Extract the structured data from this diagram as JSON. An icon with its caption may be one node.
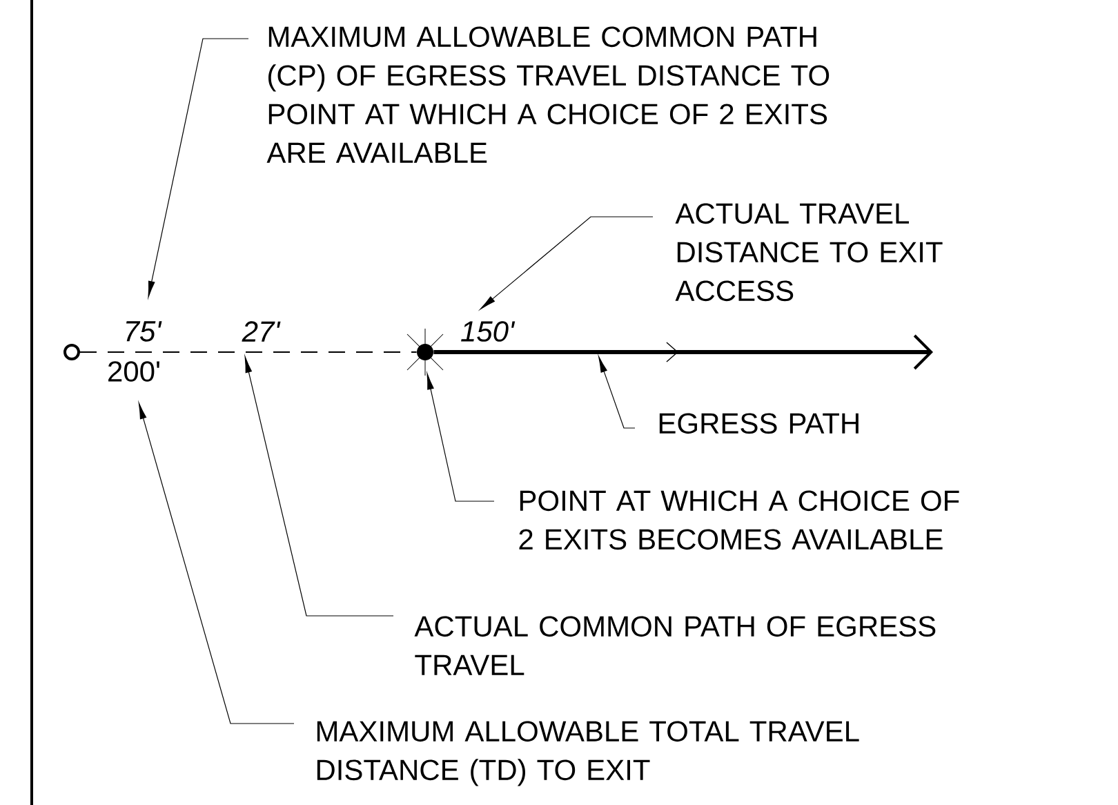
{
  "diagram": {
    "nodes": [
      {
        "text": [
          "MAXIMUM ALLOWABLE COMMON PATH (CP) OF EGRESS TRAVEL DISTANCE TO POINT AT WHICH A CHOICE OF 2 EXITS ARE AVAILABLE"
        ]
      },
      {
        "text": [
          "75'"
        ]
      },
      {
        "text": [
          "ACTUAL TRAVEL DISTANCE TO EXIT ACCESS"
        ]
      },
      {
        "text": [
          "150'"
        ]
      },
      {
        "text": [],
        "shape": "circle"
      },
      {
        "text": [],
        "shape": "circle"
      },
      {
        "text": [
          "200'"
        ]
      },
      {
        "text": [
          "EGRESS PATH"
        ]
      },
      {
        "text": [
          "POINT AT WHICH A CHOICE OF 2 EXITS BECOMES AVAILABLE"
        ]
      },
      {
        "text": [
          "ACTUAL COMMON PATH OF EGRESS TRAVEL"
        ]
      },
      {
        "text": [
          "MAXIMUM ALLOWABLE TOTAL TRAVEL DISTANCE (TD) TO EXIT"
        ]
      }
    ],
    "edges": [
      {
        "from": 0,
        "to": 1,
        "arrow": "to"
      },
      {
        "from": 2,
        "to": 3,
        "arrow": "to"
      },
      {
        "from": 4,
        "to": 5,
        "arrow": "none",
        "style": "dashed"
      },
      {
        "from": 5,
        "to": null,
        "arrow": "to",
        "style": "thick"
      },
      {
        "from": 7,
        "to": null,
        "arrow": "to"
      },
      {
        "from": 8,
        "to": 5,
        "arrow": "to"
      },
      {
        "from": 9,
        "to": null,
        "arrow": "to"
      },
      {
        "from": 10,
        "to": 6,
        "arrow": "to"
      }
    ],
    "labels": [
      "27'"
    ]
  }
}
